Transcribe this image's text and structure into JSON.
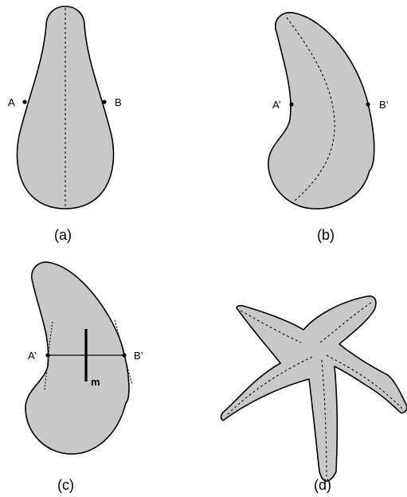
{
  "panels": {
    "a": {
      "caption": "(a)",
      "point_left": "A",
      "point_right": "B"
    },
    "b": {
      "caption": "(b)",
      "point_left": "A’",
      "point_right": "B’"
    },
    "c": {
      "caption": "(c)",
      "point_left": "A’",
      "point_right": "B’",
      "segment_label": "m"
    },
    "d": {
      "caption": "(d)"
    }
  },
  "colors": {
    "shape_fill": "#c8c8c8",
    "outline": "#000000",
    "background": "#ffffff"
  }
}
